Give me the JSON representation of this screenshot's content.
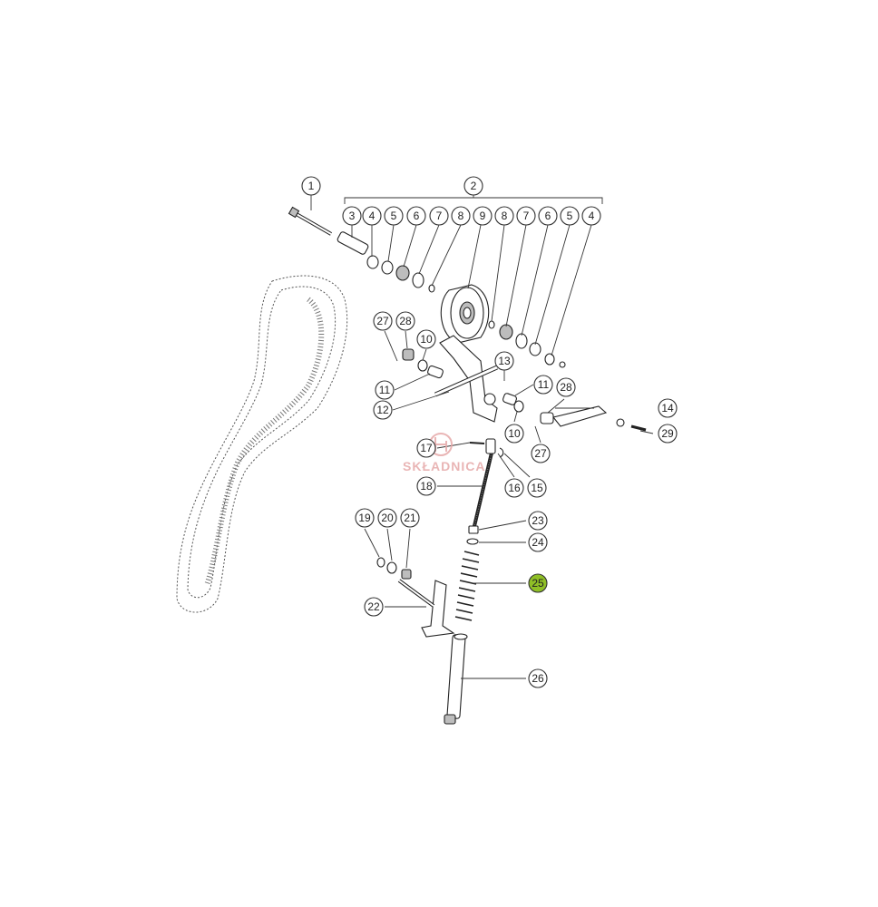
{
  "watermark": {
    "brand": "SKŁADNICA",
    "tagline": ""
  },
  "colors": {
    "highlight": "#8fbf26",
    "line": "#333333",
    "watermark": "#e6a9a9"
  },
  "callouts": [
    {
      "id": "c1",
      "label": "1"
    },
    {
      "id": "c2",
      "label": "2"
    },
    {
      "id": "c3",
      "label": "3"
    },
    {
      "id": "c4a",
      "label": "4"
    },
    {
      "id": "c5a",
      "label": "5"
    },
    {
      "id": "c6a",
      "label": "6"
    },
    {
      "id": "c7a",
      "label": "7"
    },
    {
      "id": "c8a",
      "label": "8"
    },
    {
      "id": "c9",
      "label": "9"
    },
    {
      "id": "c8b",
      "label": "8"
    },
    {
      "id": "c7b",
      "label": "7"
    },
    {
      "id": "c6b",
      "label": "6"
    },
    {
      "id": "c5b",
      "label": "5"
    },
    {
      "id": "c4b",
      "label": "4"
    },
    {
      "id": "c27a",
      "label": "27"
    },
    {
      "id": "c28a",
      "label": "28"
    },
    {
      "id": "c10a",
      "label": "10"
    },
    {
      "id": "c13",
      "label": "13"
    },
    {
      "id": "c11a",
      "label": "11"
    },
    {
      "id": "c11b",
      "label": "11"
    },
    {
      "id": "c28b",
      "label": "28"
    },
    {
      "id": "c12",
      "label": "12"
    },
    {
      "id": "c14",
      "label": "14"
    },
    {
      "id": "c10b",
      "label": "10"
    },
    {
      "id": "c29",
      "label": "29"
    },
    {
      "id": "c27b",
      "label": "27"
    },
    {
      "id": "c17",
      "label": "17"
    },
    {
      "id": "c16",
      "label": "16"
    },
    {
      "id": "c15",
      "label": "15"
    },
    {
      "id": "c18",
      "label": "18"
    },
    {
      "id": "c19",
      "label": "19"
    },
    {
      "id": "c20",
      "label": "20"
    },
    {
      "id": "c21",
      "label": "21"
    },
    {
      "id": "c23",
      "label": "23"
    },
    {
      "id": "c24",
      "label": "24"
    },
    {
      "id": "c25",
      "label": "25",
      "highlight": true
    },
    {
      "id": "c22",
      "label": "22"
    },
    {
      "id": "c26",
      "label": "26"
    }
  ]
}
